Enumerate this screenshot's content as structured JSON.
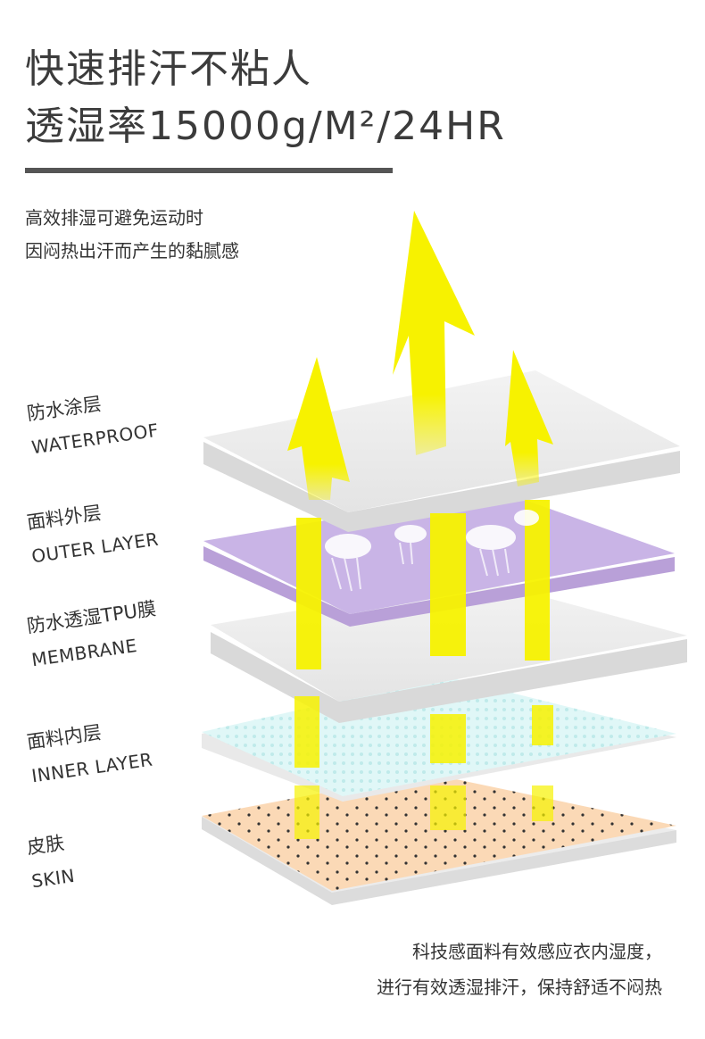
{
  "headline": {
    "line1": "快速排汗不粘人",
    "line2": "透湿率15000g/M²/24HR"
  },
  "description": {
    "line1": "高效排湿可避免运动时",
    "line2": "因闷热出汗而产生的黏腻感"
  },
  "layers": [
    {
      "cn": "防水涂层",
      "en": "WATERPROOF"
    },
    {
      "cn": "面料外层",
      "en": "OUTER LAYER"
    },
    {
      "cn": "防水透湿TPU膜",
      "en": "MEMBRANE"
    },
    {
      "cn": "面料内层",
      "en": "INNER LAYER"
    },
    {
      "cn": "皮肤",
      "en": "SKIN"
    }
  ],
  "caption": {
    "line1": "科技感面料有效感应衣内湿度，",
    "line2": "进行有效透湿排汗，保持舒适不闷热"
  },
  "colors": {
    "arrow": "#f5f000",
    "outer_layer": "#c9b4e6",
    "skin": "#fbd9b6",
    "inner_layer": "#dff6f6",
    "grey_layer": "#eeeeee",
    "divider": "#555555"
  },
  "icons": {
    "vapor": "steam-cloud-icon",
    "arrow": "up-arrow-icon"
  }
}
